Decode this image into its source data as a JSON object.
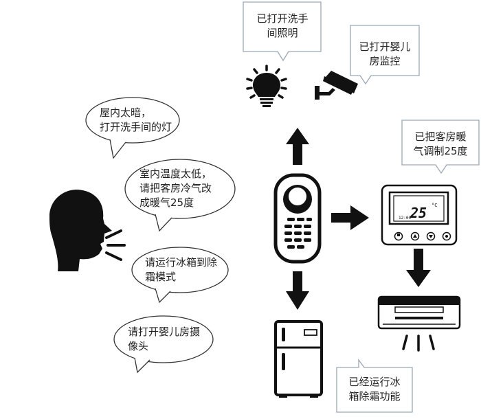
{
  "user_requests": [
    {
      "id": "request-light",
      "text": "屋内太暗，\n打开洗手间的灯"
    },
    {
      "id": "request-heating",
      "text": "室内温度太低，\n请把客房冷气改\n成暖气25度"
    },
    {
      "id": "request-fridge",
      "text": "请运行冰箱到除\n霜模式"
    },
    {
      "id": "request-camera",
      "text": "请打开婴儿房摄\n像头"
    }
  ],
  "confirmations": [
    {
      "id": "confirm-light",
      "text": "已打开洗手\n间照明"
    },
    {
      "id": "confirm-camera",
      "text": "已打开婴儿\n房监控"
    },
    {
      "id": "confirm-heating",
      "text": "已把客房暖\n气调制25度"
    },
    {
      "id": "confirm-fridge",
      "text": "已经运行冰\n箱除霜功能"
    }
  ],
  "devices": {
    "thermostat_display": "25",
    "thermostat_unit": "°C",
    "thermostat_time": "12:00"
  },
  "icons": {
    "speaker": "speaking-head-icon",
    "remote": "remote-control-icon",
    "bulb": "light-bulb-icon",
    "camera": "security-camera-icon",
    "thermostat": "thermostat-icon",
    "ac": "air-conditioner-icon",
    "fridge": "refrigerator-icon"
  },
  "colors": {
    "ink": "#111111",
    "bubble_border": "#333333",
    "callout_border": "#9aa7b3"
  }
}
